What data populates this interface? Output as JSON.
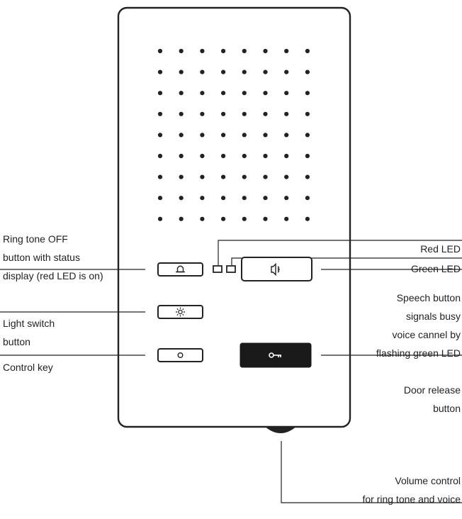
{
  "labels": {
    "ring_tone_off": [
      "Ring tone OFF",
      "button with status",
      "display (red LED is on)"
    ],
    "light_switch": [
      "Light switch",
      "button"
    ],
    "control_key": [
      "Control key"
    ],
    "red_led": [
      "Red LED"
    ],
    "green_led": [
      "Green LED"
    ],
    "speech_button": [
      "Speech button",
      "signals busy",
      "voice cannel by",
      "flashing green LED"
    ],
    "door_release": [
      "Door release",
      "button"
    ],
    "volume_control": [
      "Volume control",
      "for ring tone and voice"
    ]
  },
  "icons": {
    "ring_button": "bell-icon",
    "speech_button": "speaker-icon",
    "light_button": "sun-icon",
    "control_button": "circle-icon",
    "door_button": "key-icon"
  },
  "colors": {
    "outline": "#222222",
    "door_button_fill": "#1a1a1a"
  }
}
